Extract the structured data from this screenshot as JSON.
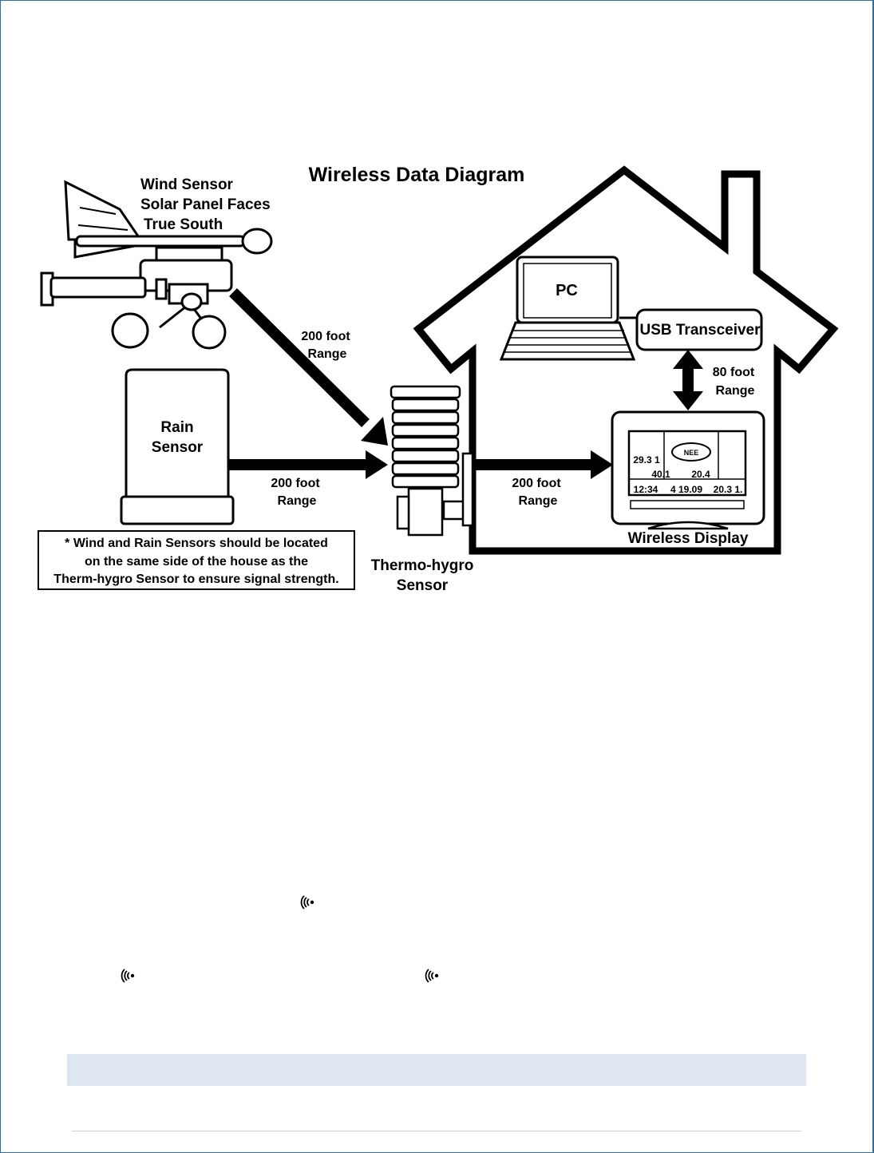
{
  "title": "Wireless Data Diagram",
  "wind_sensor": {
    "line1": "Wind Sensor",
    "line2": "Solar Panel Faces",
    "line3": "True South"
  },
  "rain_sensor": {
    "line1": "Rain",
    "line2": "Sensor"
  },
  "thermo_sensor": {
    "line1": "Thermo-hygro",
    "line2": "Sensor"
  },
  "pc": {
    "label": "PC"
  },
  "usb": {
    "label": "USB Transceiver"
  },
  "display": {
    "label": "Wireless Display",
    "readouts": [
      "NEE",
      "29.3 1",
      "40.1",
      "20.4",
      "12:34",
      "4 19.09",
      "20.3 1."
    ]
  },
  "ranges": {
    "wind": {
      "line1": "200 foot",
      "line2": "Range"
    },
    "rain": {
      "line1": "200 foot",
      "line2": "Range"
    },
    "thermo": {
      "line1": "200 foot",
      "line2": "Range"
    },
    "usb": {
      "line1": "80 foot",
      "line2": "Range"
    }
  },
  "note": {
    "line1": "* Wind and Rain Sensors should be located",
    "line2": "on the same side of the house as the",
    "line3": "Therm-hygro Sensor to ensure signal strength."
  },
  "signal_icons": [
    "signal-icon",
    "signal-icon",
    "signal-icon"
  ],
  "colors": {
    "border": "#2f6fa8",
    "bar": "#dde6f1"
  }
}
